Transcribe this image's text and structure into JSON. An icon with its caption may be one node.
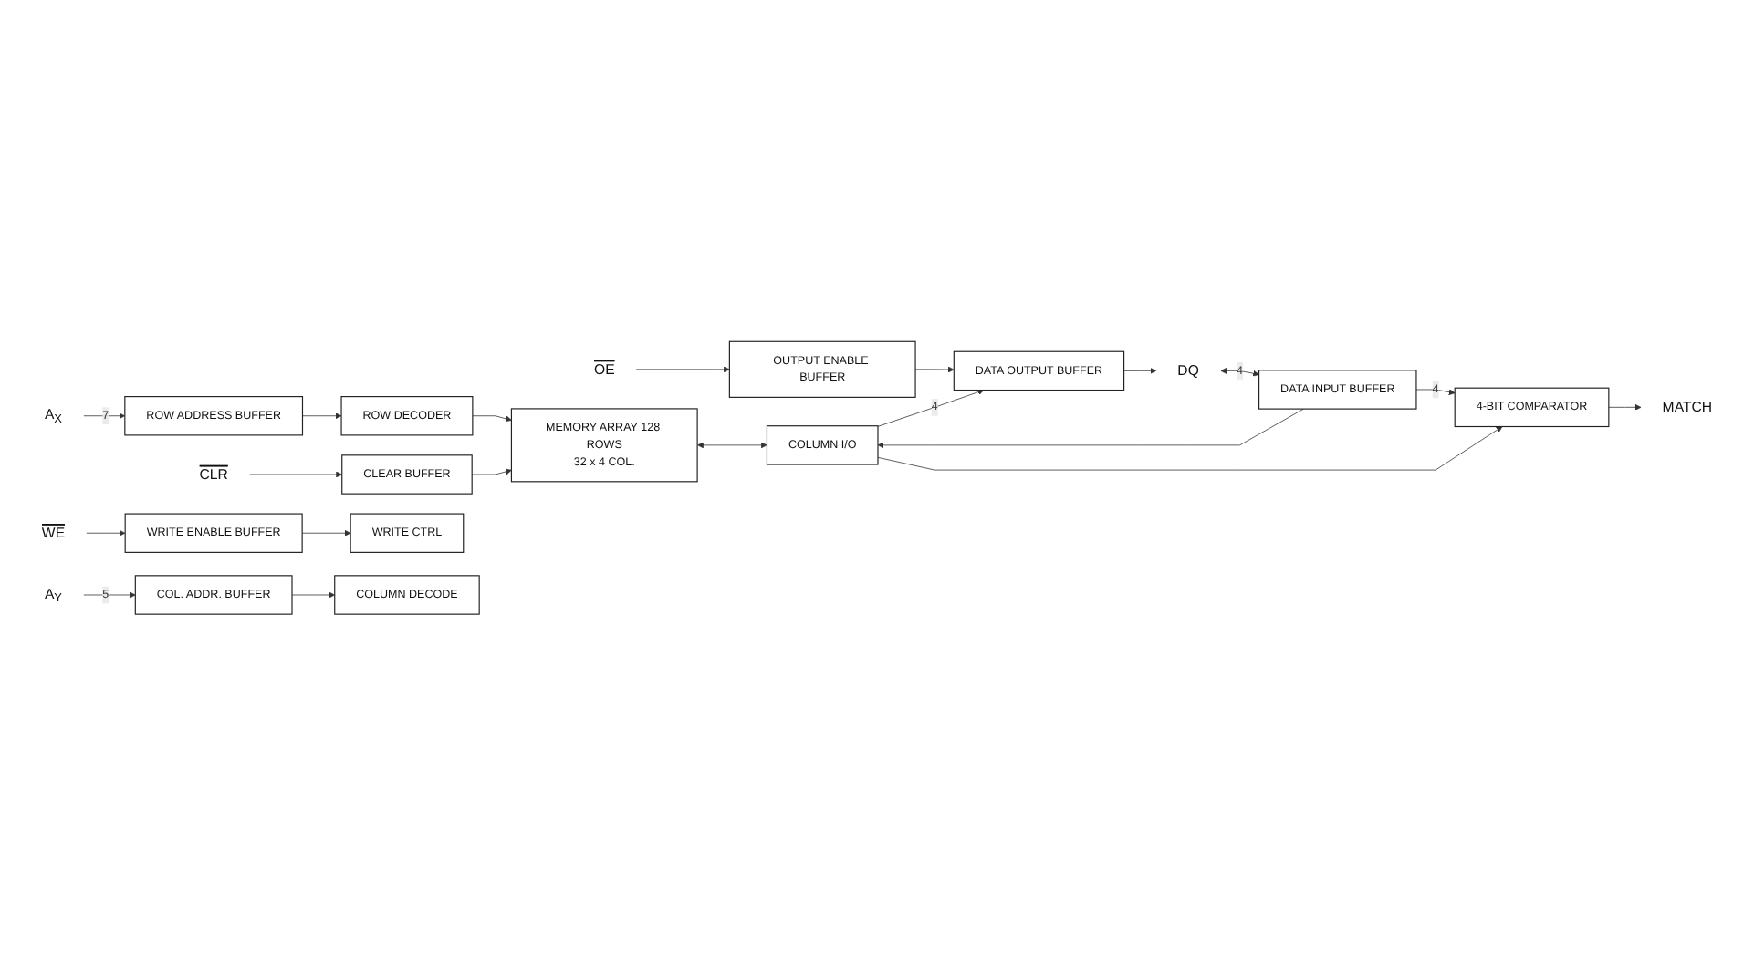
{
  "diagram": {
    "nodes": [
      {
        "text": [
          "A$_{X}$"
        ]
      },
      {
        "text": [
          "ROW ADDRESS BUFFER"
        ]
      },
      {
        "text": [
          "ROW DECODER"
        ]
      },
      {
        "text": [
          "MEMORY ARRAY 128 ROWS",
          "32 x 4 COL."
        ]
      },
      {
        "text": [
          "CLR"
        ]
      },
      {
        "text": [
          "CLEAR BUFFER"
        ]
      },
      {
        "text": [
          "WE"
        ]
      },
      {
        "text": [
          "WRITE ENABLE BUFFER"
        ]
      },
      {
        "text": [
          "WRITE CTRL"
        ]
      },
      {
        "text": [
          "DATA INPUT BUFFER"
        ]
      },
      {
        "text": [
          "DQ"
        ]
      },
      {
        "text": [
          "OE"
        ]
      },
      {
        "text": [
          "OUTPUT ENABLE BUFFER"
        ]
      },
      {
        "text": [
          "DATA OUTPUT BUFFER"
        ]
      },
      {
        "text": [
          "COLUMN I/O"
        ]
      },
      {
        "text": [
          "COLUMN DECODE"
        ]
      },
      {
        "text": [
          "4-BIT COMPARATOR"
        ]
      },
      {
        "text": [
          "MATCH"
        ]
      },
      {
        "text": [
          "COL. ADDR. BUFFER"
        ]
      },
      {
        "text": [
          "A$_{Y}$"
        ]
      }
    ],
    "edges": [
      {
        "from": 0,
        "to": 1,
        "arrow": "to",
        "label": "7"
      },
      {
        "from": 1,
        "to": 2,
        "arrow": "to"
      },
      {
        "from": 2,
        "to": 3,
        "arrow": "to"
      },
      {
        "from": 4,
        "to": 5,
        "arrow": "to"
      },
      {
        "from": 5,
        "to": 3,
        "arrow": "to"
      },
      {
        "from": 6,
        "to": 7,
        "arrow": "to"
      },
      {
        "from": 7,
        "to": 8,
        "arrow": "to"
      },
      {
        "from": 10,
        "to": 9,
        "arrow": "both",
        "label": "4"
      },
      {
        "from": 13,
        "to": 10,
        "arrow": "to"
      },
      {
        "from": 11,
        "to": 12,
        "arrow": "to"
      },
      {
        "from": 12,
        "to": 13,
        "arrow": "to"
      },
      {
        "from": 9,
        "to": 14,
        "arrow": "to"
      },
      {
        "from": 9,
        "to": 16,
        "arrow": "to",
        "label": "4"
      },
      {
        "from": 3,
        "to": 14,
        "arrow": "both"
      },
      {
        "from": 14,
        "to": 16,
        "arrow": "to"
      },
      {
        "from": 14,
        "to": 13,
        "arrow": "to",
        "label": "4"
      },
      {
        "from": 18,
        "to": 15,
        "arrow": "to"
      },
      {
        "from": 19,
        "to": 18,
        "arrow": "to",
        "label": "5"
      },
      {
        "from": 16,
        "to": 17,
        "arrow": "to"
      }
    ]
  }
}
